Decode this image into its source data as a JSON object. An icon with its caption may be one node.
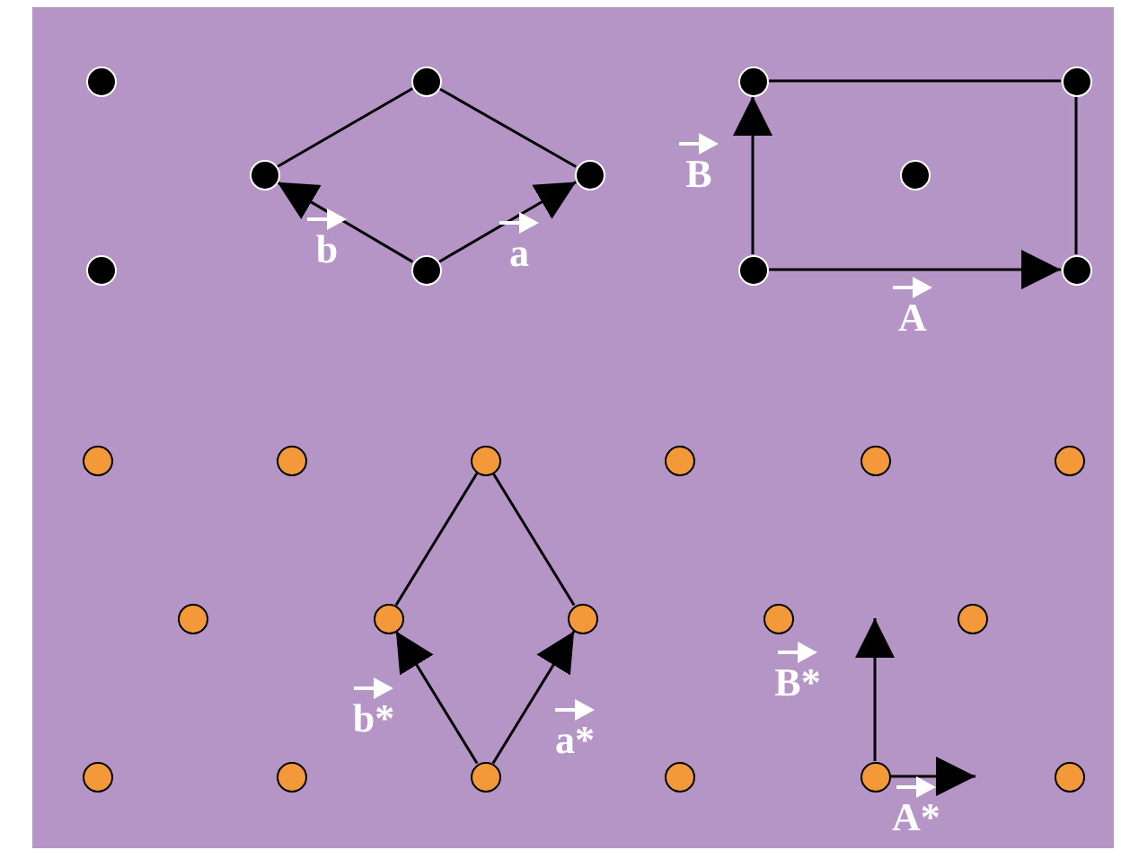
{
  "diagram": {
    "nodes": [
      {
        "text": [],
        "shape": "circle"
      },
      {
        "text": [],
        "shape": "circle"
      },
      {
        "text": [],
        "shape": "circle"
      },
      {
        "text": [],
        "shape": "circle"
      },
      {
        "text": [],
        "shape": "circle"
      },
      {
        "text": [],
        "shape": "circle"
      },
      {
        "text": [],
        "shape": "circle"
      },
      {
        "text": [],
        "shape": "circle"
      },
      {
        "text": [],
        "shape": "circle"
      },
      {
        "text": [],
        "shape": "circle"
      },
      {
        "text": [],
        "shape": "circle"
      },
      {
        "text": [],
        "shape": "circle"
      },
      {
        "text": [],
        "shape": "circle"
      },
      {
        "text": [],
        "shape": "circle"
      },
      {
        "text": [],
        "shape": "circle"
      },
      {
        "text": [],
        "shape": "circle"
      },
      {
        "text": [],
        "shape": "circle"
      },
      {
        "text": [],
        "shape": "circle"
      },
      {
        "text": [],
        "shape": "circle"
      },
      {
        "text": [],
        "shape": "circle"
      },
      {
        "text": [],
        "shape": "circle"
      },
      {
        "text": [],
        "shape": "circle"
      },
      {
        "text": [],
        "shape": "circle"
      },
      {
        "text": [],
        "shape": "circle"
      },
      {
        "text": [],
        "shape": "circle"
      },
      {
        "text": [],
        "shape": "circle"
      },
      {
        "text": [],
        "shape": "circle"
      },
      {
        "text": [],
        "shape": "circle"
      }
    ],
    "edges": [
      {
        "from": 1,
        "to": 4,
        "arrow": "none"
      },
      {
        "from": 1,
        "to": 5,
        "arrow": "none"
      },
      {
        "from": 8,
        "to": 5,
        "arrow": "to",
        "label": "a"
      },
      {
        "from": 8,
        "to": 4,
        "arrow": "to",
        "label": "b"
      },
      {
        "from": 2,
        "to": 3,
        "arrow": "none"
      },
      {
        "from": 3,
        "to": 10,
        "arrow": "none"
      },
      {
        "from": 9,
        "to": 2,
        "arrow": "to",
        "label": "B"
      },
      {
        "from": 9,
        "to": 10,
        "arrow": "to",
        "label": "A"
      },
      {
        "from": 13,
        "to": 18,
        "arrow": "none"
      },
      {
        "from": 13,
        "to": 19,
        "arrow": "none"
      },
      {
        "from": 24,
        "to": 18,
        "arrow": "to",
        "label": "b*"
      },
      {
        "from": 24,
        "to": 19,
        "arrow": "to",
        "label": "a*"
      },
      {
        "from": 26,
        "to": null,
        "arrow": "to",
        "label": "B*"
      },
      {
        "from": 26,
        "to": null,
        "arrow": "to",
        "label": "A*"
      }
    ]
  }
}
